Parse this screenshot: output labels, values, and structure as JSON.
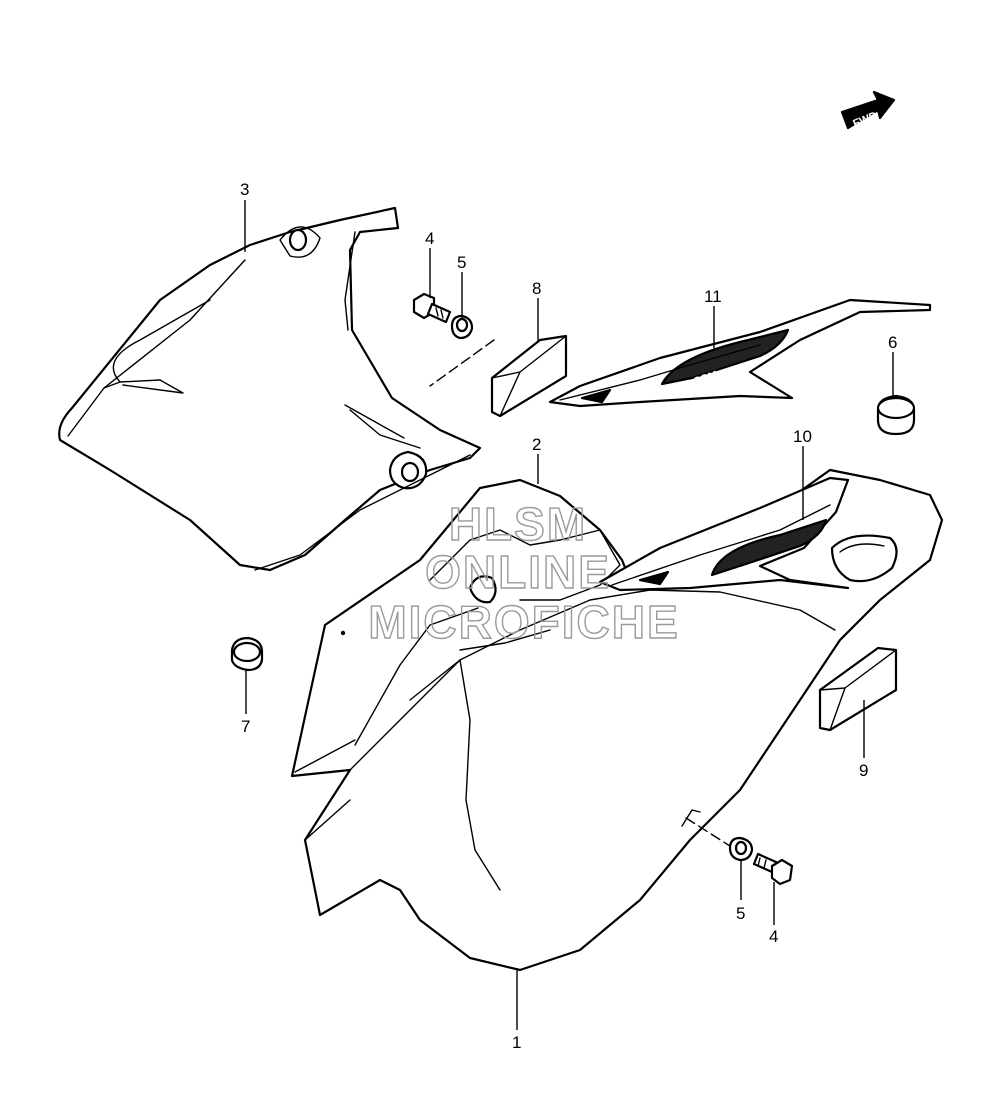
{
  "fwd_label": "FWD",
  "callouts": [
    {
      "id": "1",
      "label": "1"
    },
    {
      "id": "2",
      "label": "2"
    },
    {
      "id": "3",
      "label": "3"
    },
    {
      "id": "4a",
      "label": "4"
    },
    {
      "id": "4b",
      "label": "4"
    },
    {
      "id": "5a",
      "label": "5"
    },
    {
      "id": "5b",
      "label": "5"
    },
    {
      "id": "6",
      "label": "6"
    },
    {
      "id": "7",
      "label": "7"
    },
    {
      "id": "8",
      "label": "8"
    },
    {
      "id": "9",
      "label": "9"
    },
    {
      "id": "10",
      "label": "10"
    },
    {
      "id": "11",
      "label": "11"
    }
  ],
  "watermark": [
    "HLSM",
    "ONLINE",
    "MICROFICHE"
  ]
}
